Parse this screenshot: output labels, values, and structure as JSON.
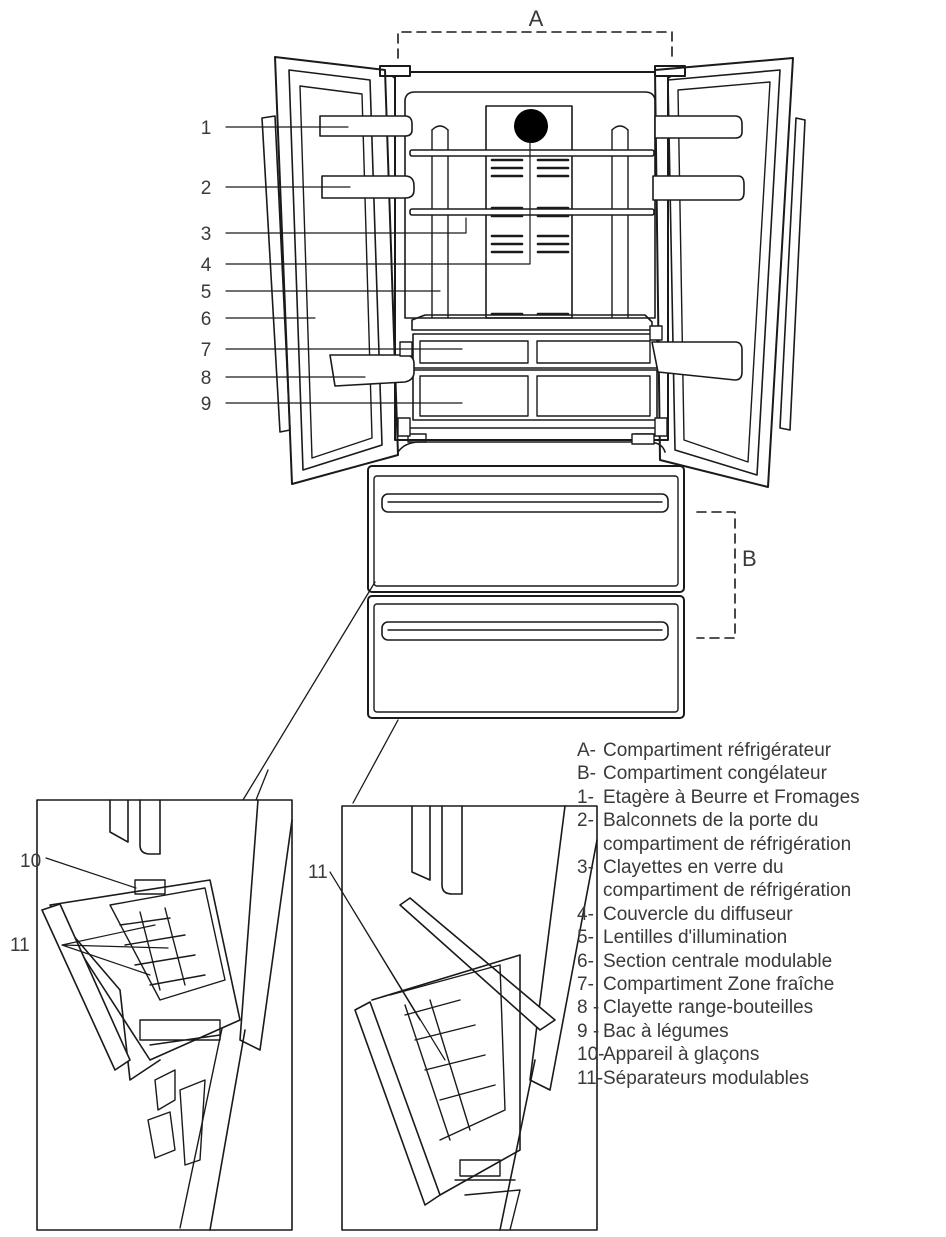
{
  "dimension_labels": {
    "A": "A",
    "B": "B"
  },
  "callouts": [
    "1",
    "2",
    "3",
    "4",
    "5",
    "6",
    "7",
    "8",
    "9"
  ],
  "detail_left_callouts": [
    "10",
    "11"
  ],
  "detail_right_callouts": [
    "11"
  ],
  "legend": [
    {
      "code": "A-",
      "text": "Compartiment réfrigérateur"
    },
    {
      "code": "B-",
      "text": "Compartiment congélateur"
    },
    {
      "code": "1-",
      "text": "Etagère à Beurre et Fromages"
    },
    {
      "code": "2-",
      "text": "Balconnets de la porte du",
      "text2": "compartiment de réfrigération"
    },
    {
      "code": "3-",
      "text": "Clayettes en verre du",
      "text2": "compartiment de réfrigération"
    },
    {
      "code": "4-",
      "text": "Couvercle du diffuseur"
    },
    {
      "code": "5-",
      "text": "Lentilles d'illumination"
    },
    {
      "code": "6-",
      "text": "Section centrale modulable"
    },
    {
      "code": "7-",
      "text": "Compartiment Zone fraîche"
    },
    {
      "code": "8 -",
      "text": "Clayette range-bouteilles"
    },
    {
      "code": "9 -",
      "text": "Bac à légumes"
    },
    {
      "code": "10-",
      "text": "Appareil à glaçons"
    },
    {
      "code": "11-",
      "text": "Séparateurs modulables"
    }
  ]
}
